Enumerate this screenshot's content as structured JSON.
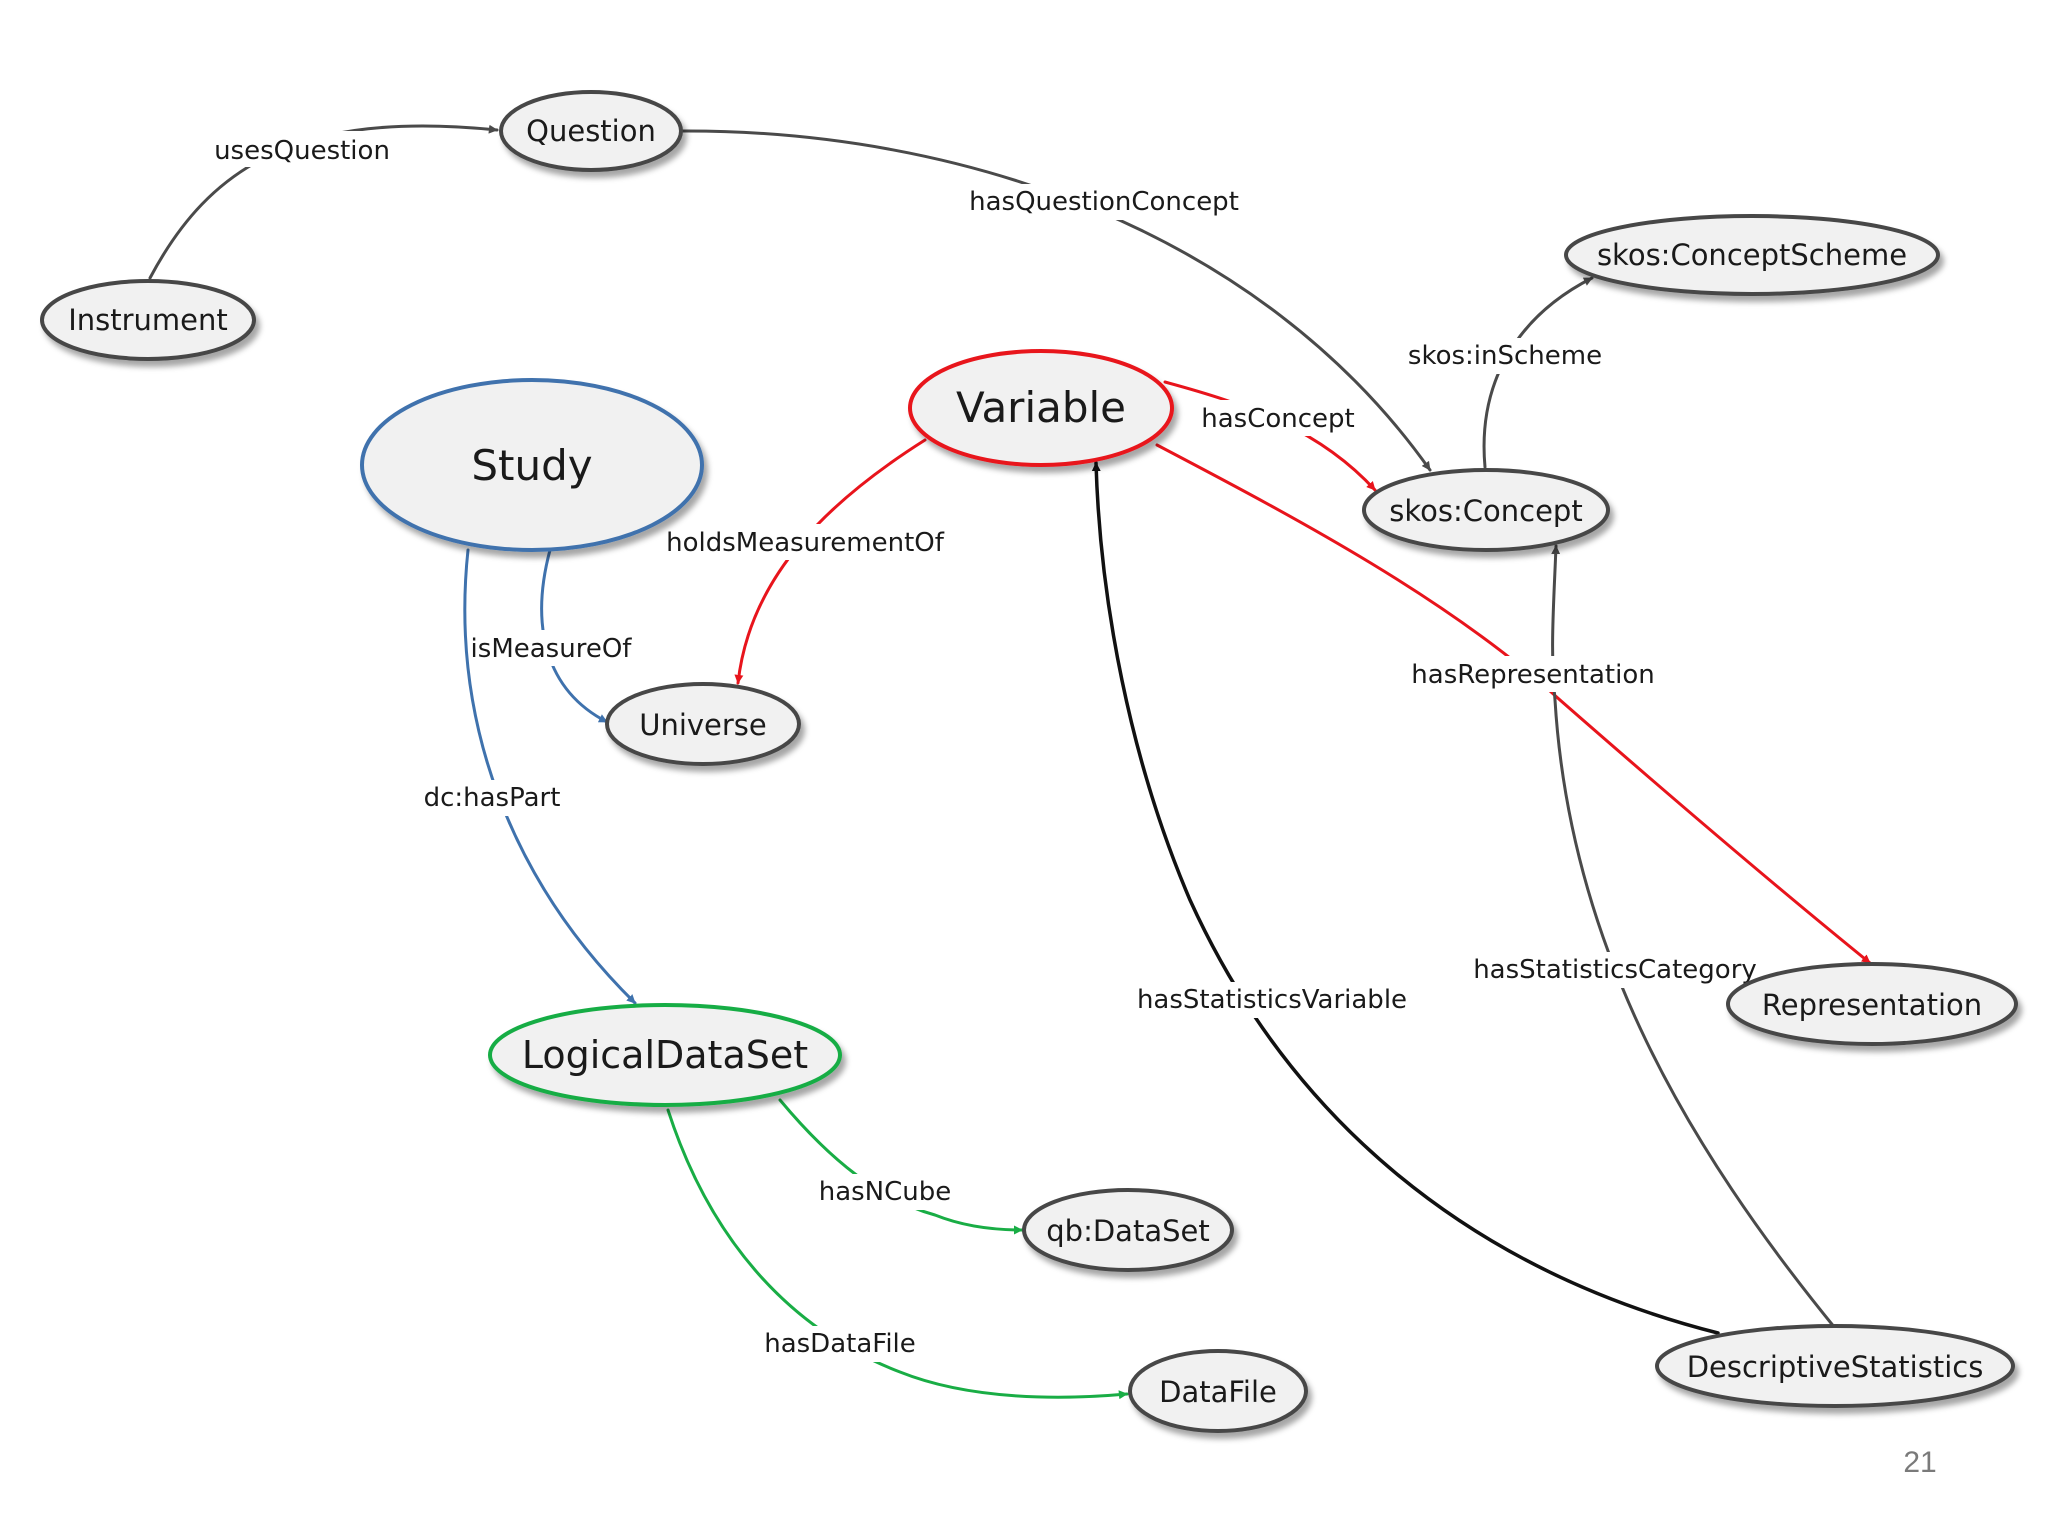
{
  "nodes": {
    "question": "Question",
    "instrument": "Instrument",
    "skos_concept_scheme": "skos:ConceptScheme",
    "variable": "Variable",
    "study": "Study",
    "skos_concept": "skos:Concept",
    "universe": "Universe",
    "representation": "Representation",
    "logical_data_set": "LogicalDataSet",
    "qb_data_set": "qb:DataSet",
    "data_file": "DataFile",
    "descriptive_statistics": "DescriptiveStatistics"
  },
  "edges": {
    "uses_question": "usesQuestion",
    "has_question_concept": "hasQuestionConcept",
    "skos_in_scheme": "skos:inScheme",
    "has_concept": "hasConcept",
    "holds_measurement_of": "holdsMeasurementOf",
    "is_measure_of": "isMeasureOf",
    "has_representation": "hasRepresentation",
    "dc_has_part": "dc:hasPart",
    "has_statistics_category": "hasStatisticsCategory",
    "has_statistics_variable": "hasStatisticsVariable",
    "has_n_cube": "hasNCube",
    "has_data_file": "hasDataFile"
  },
  "colors": {
    "gray_edge": "#4a4a4a",
    "red": "#e8141c",
    "blue": "#3f72ad",
    "green": "#19ad45",
    "black": "#111111",
    "node_fill": "#f1f1f1",
    "node_stroke": "#474747"
  },
  "slide_number": "21"
}
